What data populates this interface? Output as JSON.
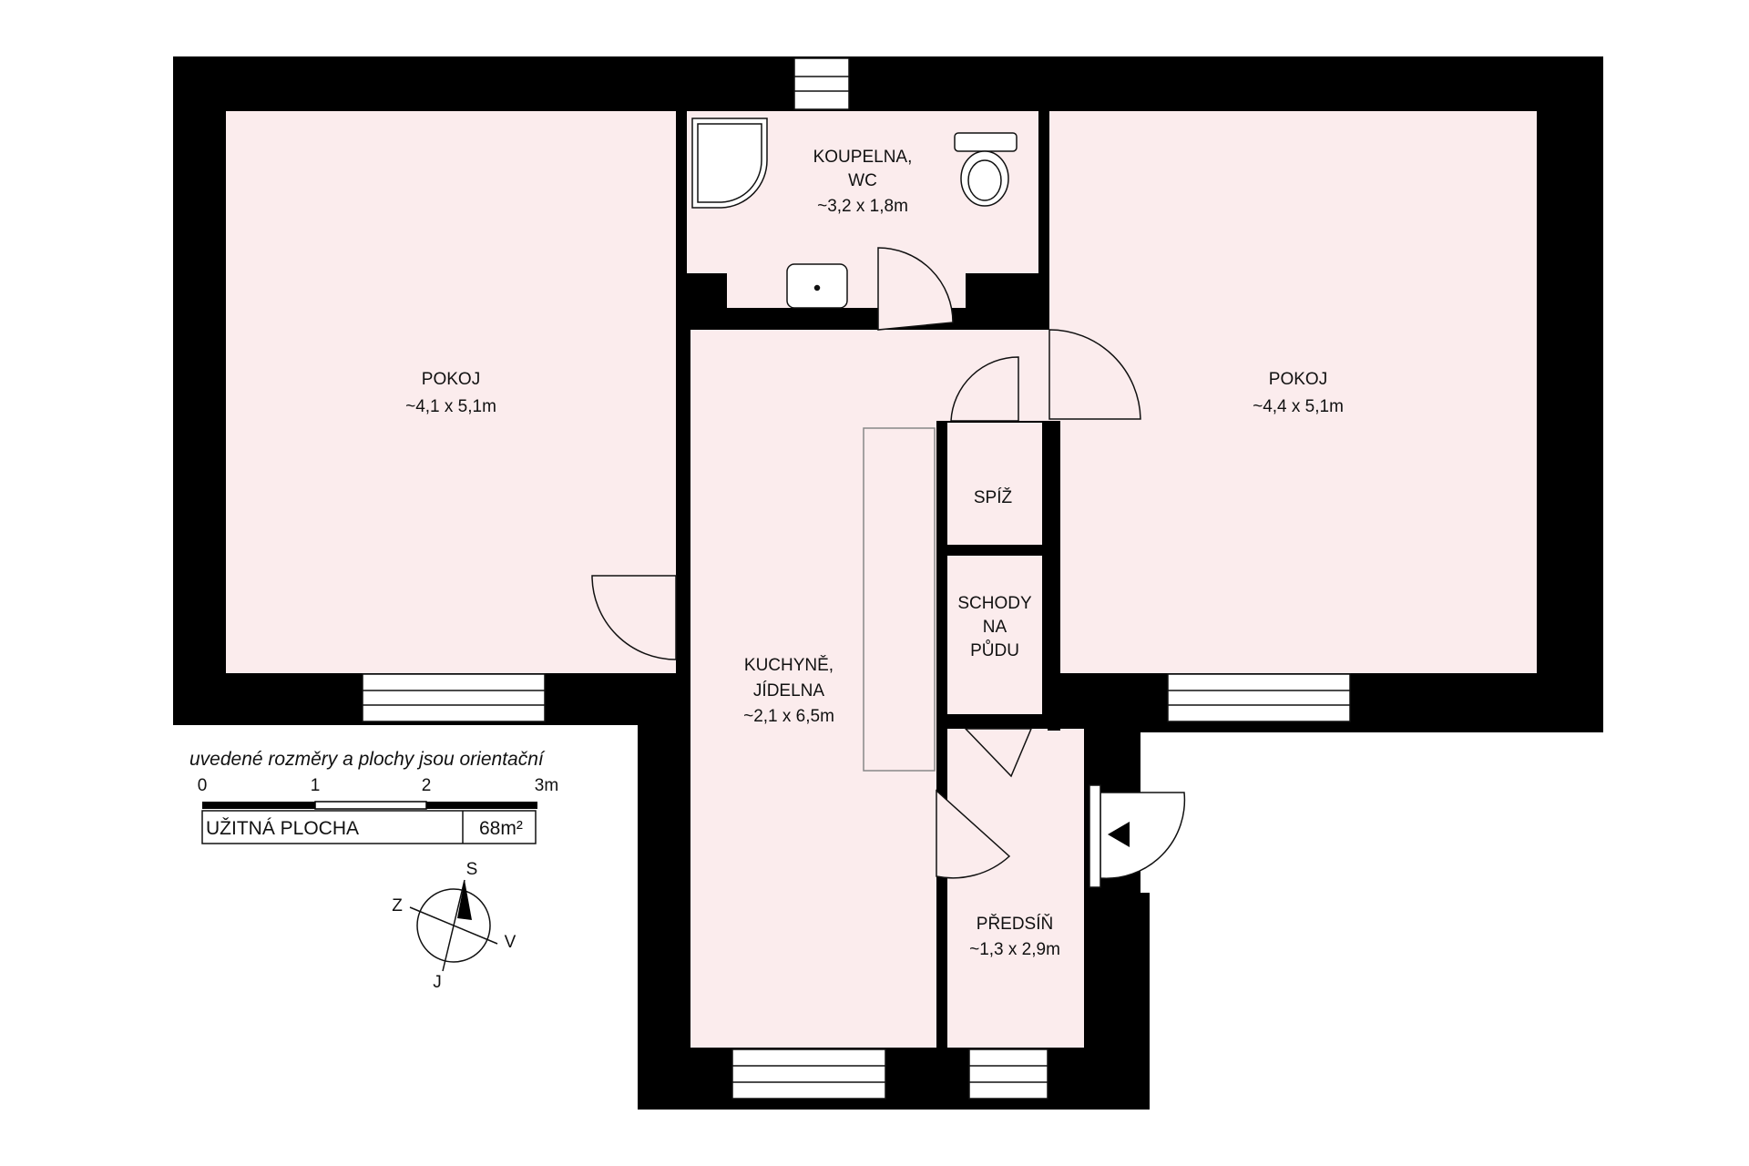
{
  "rooms": {
    "room_left": {
      "name": "POKOJ",
      "size": "~4,1 x 5,1m"
    },
    "bathroom": {
      "name_line1": "KOUPELNA,",
      "name_line2": "WC",
      "size": "~3,2 x 1,8m"
    },
    "room_right": {
      "name": "POKOJ",
      "size": "~4,4 x 5,1m"
    },
    "pantry": {
      "name": "SPÍŽ"
    },
    "stairs": {
      "line1": "SCHODY",
      "line2": "NA",
      "line3": "PŮDU"
    },
    "kitchen": {
      "name_line1": "KUCHYNĚ,",
      "name_line2": "JÍDELNA",
      "size": "~2,1 x 6,5m"
    },
    "hall": {
      "name": "PŘEDSÍŇ",
      "size": "~1,3 x 2,9m"
    }
  },
  "legend": {
    "note": "uvedené rozměry a plochy jsou orientační",
    "scale_ticks": [
      "0",
      "1",
      "2",
      "3m"
    ],
    "area_label": "UŽITNÁ PLOCHA",
    "area_value": "68m²"
  },
  "compass": {
    "north": "S",
    "east": "V",
    "south": "J",
    "west": "Z"
  },
  "colors": {
    "wall": "#000000",
    "floor": "#fbeced",
    "line": "#111111"
  }
}
